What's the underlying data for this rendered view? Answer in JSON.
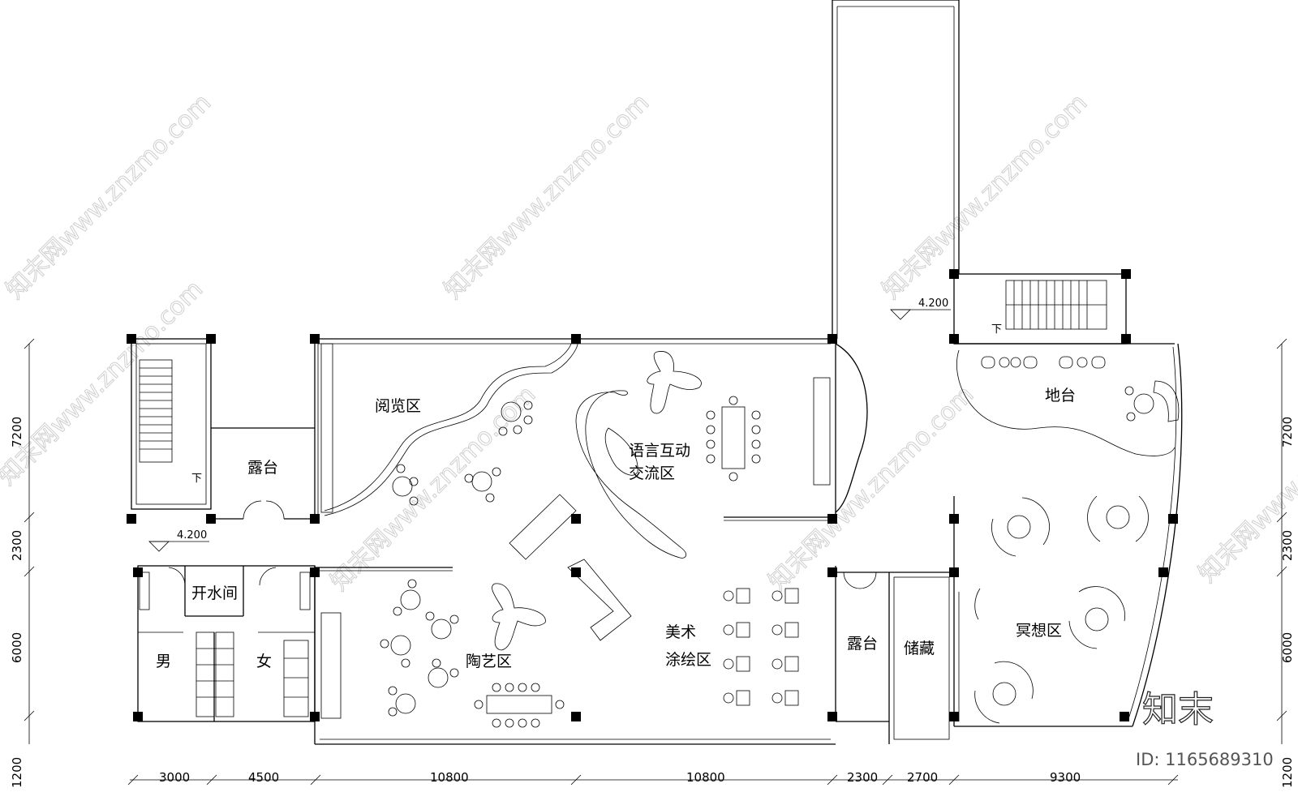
{
  "rooms": {
    "reading": "阅览区",
    "terrace_left": "露台",
    "language_line1": "语言互动",
    "language_line2": "交流区",
    "platform": "地台",
    "water_room": "开水间",
    "male": "男",
    "female": "女",
    "pottery": "陶艺区",
    "art_line1": "美术",
    "art_line2": "涂绘区",
    "terrace_right": "露台",
    "storage": "储藏",
    "meditation": "冥想区"
  },
  "stairs": {
    "down_left": "下",
    "down_right": "下"
  },
  "levels": {
    "left": "4.200",
    "top": "4.200"
  },
  "dimensions": {
    "bottom": [
      "3000",
      "4500",
      "10800",
      "10800",
      "2300",
      "2700",
      "9300"
    ],
    "left": [
      "7200",
      "2300",
      "6000",
      "1200"
    ],
    "right": [
      "7200",
      "2300",
      "6000",
      "1200"
    ]
  },
  "watermark": {
    "text": "知末网www.znzmo.com",
    "logo": "知末",
    "id": "ID: 1165689310"
  }
}
